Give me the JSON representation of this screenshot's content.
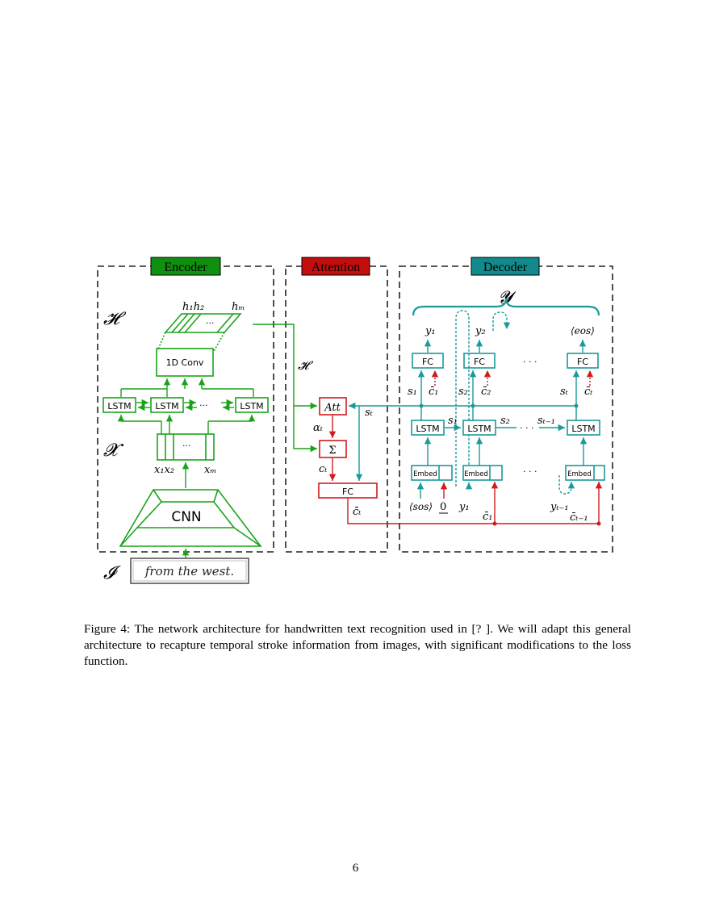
{
  "figure": {
    "sections": {
      "encoder": "Encoder",
      "attention": "Attention",
      "decoder": "Decoder"
    },
    "encoder": {
      "H_symbol": "𝓗",
      "X_symbol": "𝓧",
      "I_symbol": "𝓘",
      "h1": "h₁h₂",
      "hM": "hₘ",
      "h_dots": "···",
      "conv": "1D Conv",
      "lstm": "LSTM",
      "lstm_dots": "···",
      "x_dots": "···",
      "x1": "x₁x₂",
      "xM": "xₘ",
      "cnn": "CNN",
      "input_text": "from the west."
    },
    "attention": {
      "H_label": "𝓗",
      "att": "Att",
      "alpha": "αₜ",
      "sum": "Σ",
      "ct": "cₜ",
      "fc": "FC",
      "ct_bar": "c̄ₜ",
      "st": "sₜ"
    },
    "decoder": {
      "Y_symbol": "𝓨",
      "y1": "y₁",
      "y2": "y₂",
      "eos": "⟨eos⟩",
      "fc": "FC",
      "dots": "· · ·",
      "s1": "s₁",
      "c1": "c̄₁",
      "s2": "s₂",
      "c2": "c̄₂",
      "sT": "sₜ",
      "cT": "c̄ₜ",
      "lstm": "LSTM",
      "s_mid1": "s₁",
      "s_mid2": "s₂",
      "s_midT": "sₜ₋₁",
      "embed": "Embed",
      "sos": "⟨sos⟩",
      "zero": "0",
      "y1_bottom": "y₁",
      "yT1": "yₜ₋₁",
      "c1_bottom": "c̄₁",
      "cT1_bottom": "c̄ₜ₋₁"
    }
  },
  "caption": "Figure 4: The network architecture for handwritten text recognition used in [? ]. We will adapt this general architecture to recapture temporal stroke information from images, with significant modifications to the loss function.",
  "page_number": "6",
  "colors": {
    "encoder": "#1aa31a",
    "attention": "#d01c1c",
    "decoder": "#1a9a9a",
    "encoder_label_bg": "#109010",
    "attention_label_bg": "#c40e0e",
    "decoder_label_bg": "#128a8c"
  }
}
